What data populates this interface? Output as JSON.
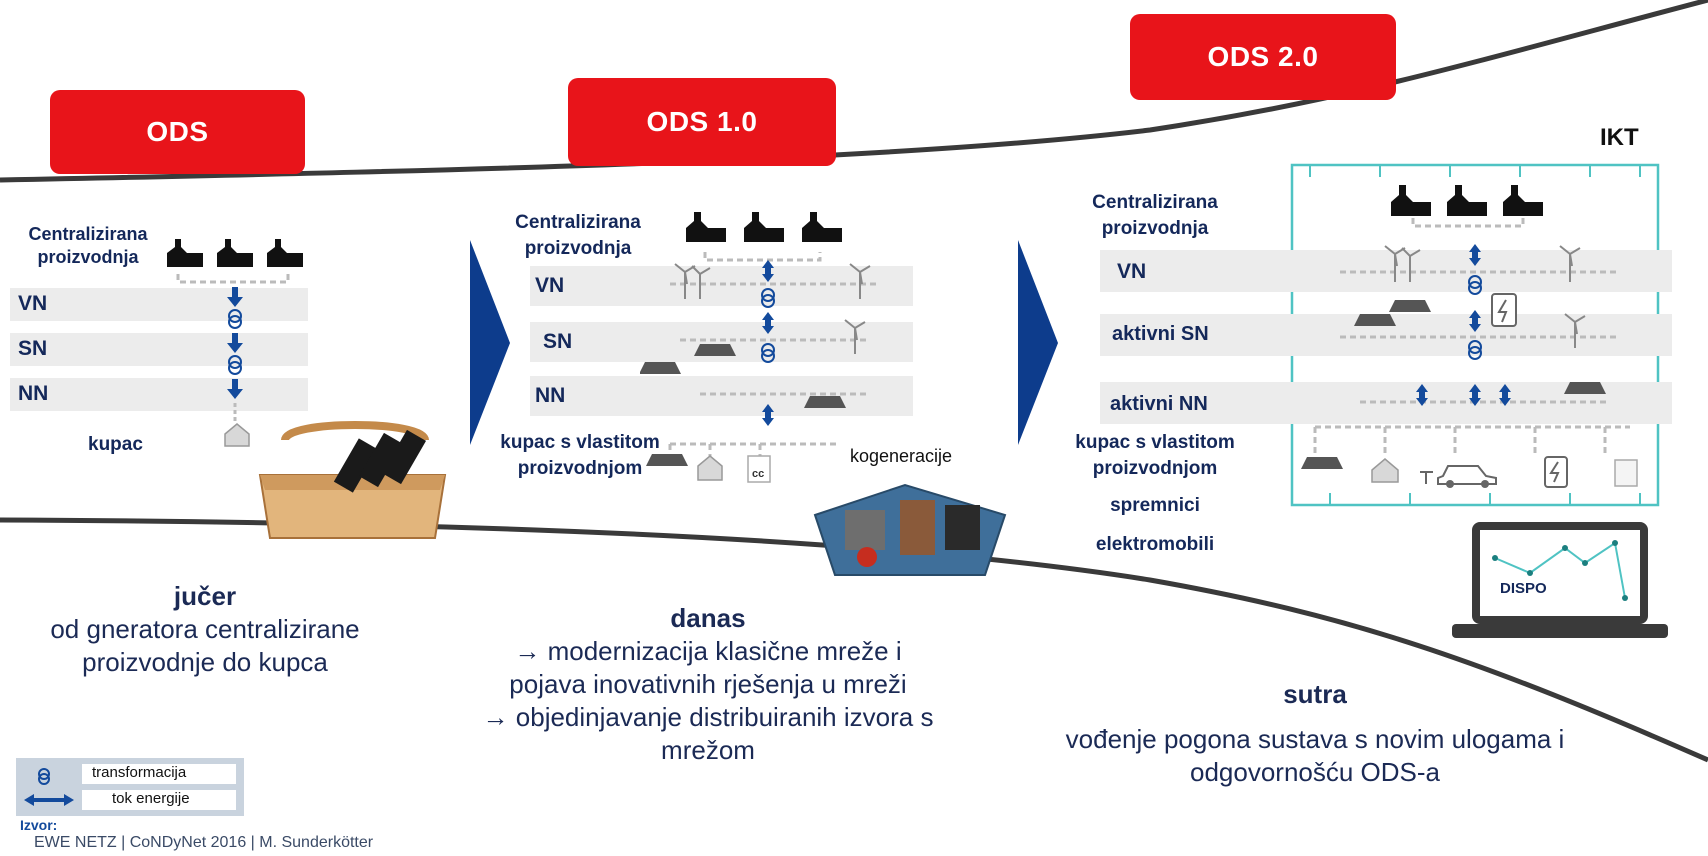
{
  "stages": {
    "ods": "ODS",
    "ods1": "ODS 1.0",
    "ods2": "ODS 2.0"
  },
  "ikt": "IKT",
  "col1": {
    "production": "Centralizirana proizvodnja",
    "levels": [
      "VN",
      "SN",
      "NN"
    ],
    "customer": "kupac"
  },
  "col2": {
    "production": "Centralizirana proizvodnja",
    "levels": [
      "VN",
      "SN",
      "NN"
    ],
    "customer": "kupac s vlastitom proizvodnjom",
    "cogeneration": "kogeneracije",
    "small_label": "cc"
  },
  "col3": {
    "production": "Centralizirana proizvodnja",
    "levels": [
      "VN",
      "aktivni SN",
      "aktivni NN"
    ],
    "customer": "kupac s vlastitom proizvodnjom",
    "storage": "spremnici",
    "evs": "elektromobili",
    "dispo": "DISPO"
  },
  "bottom": {
    "yesterday_title": "jučer",
    "yesterday_text": "od gneratora centralizirane proizvodnje do kupca",
    "today_title": "danas",
    "today_line1": "→ modernizacija klasične mreže i pojava inovativnih rješenja u mreži",
    "today_line2": "→ objedinjavanje distribuiranih izvora s mrežom",
    "tomorrow_title": "sutra",
    "tomorrow_text": "vođenje pogona sustava s novim ulogama i odgovornošću ODS-a"
  },
  "legend": {
    "transformation": "transformacija",
    "energy_flow": "tok energije"
  },
  "source_label": "Izvor:",
  "source_text": "EWE NETZ | CoNDyNet 2016 | M. Sunderkötter",
  "colors": {
    "accent_red": "#e8141a",
    "navy": "#1b2a55",
    "arrow_blue": "#134a9c",
    "teal": "#4fc3c3"
  }
}
